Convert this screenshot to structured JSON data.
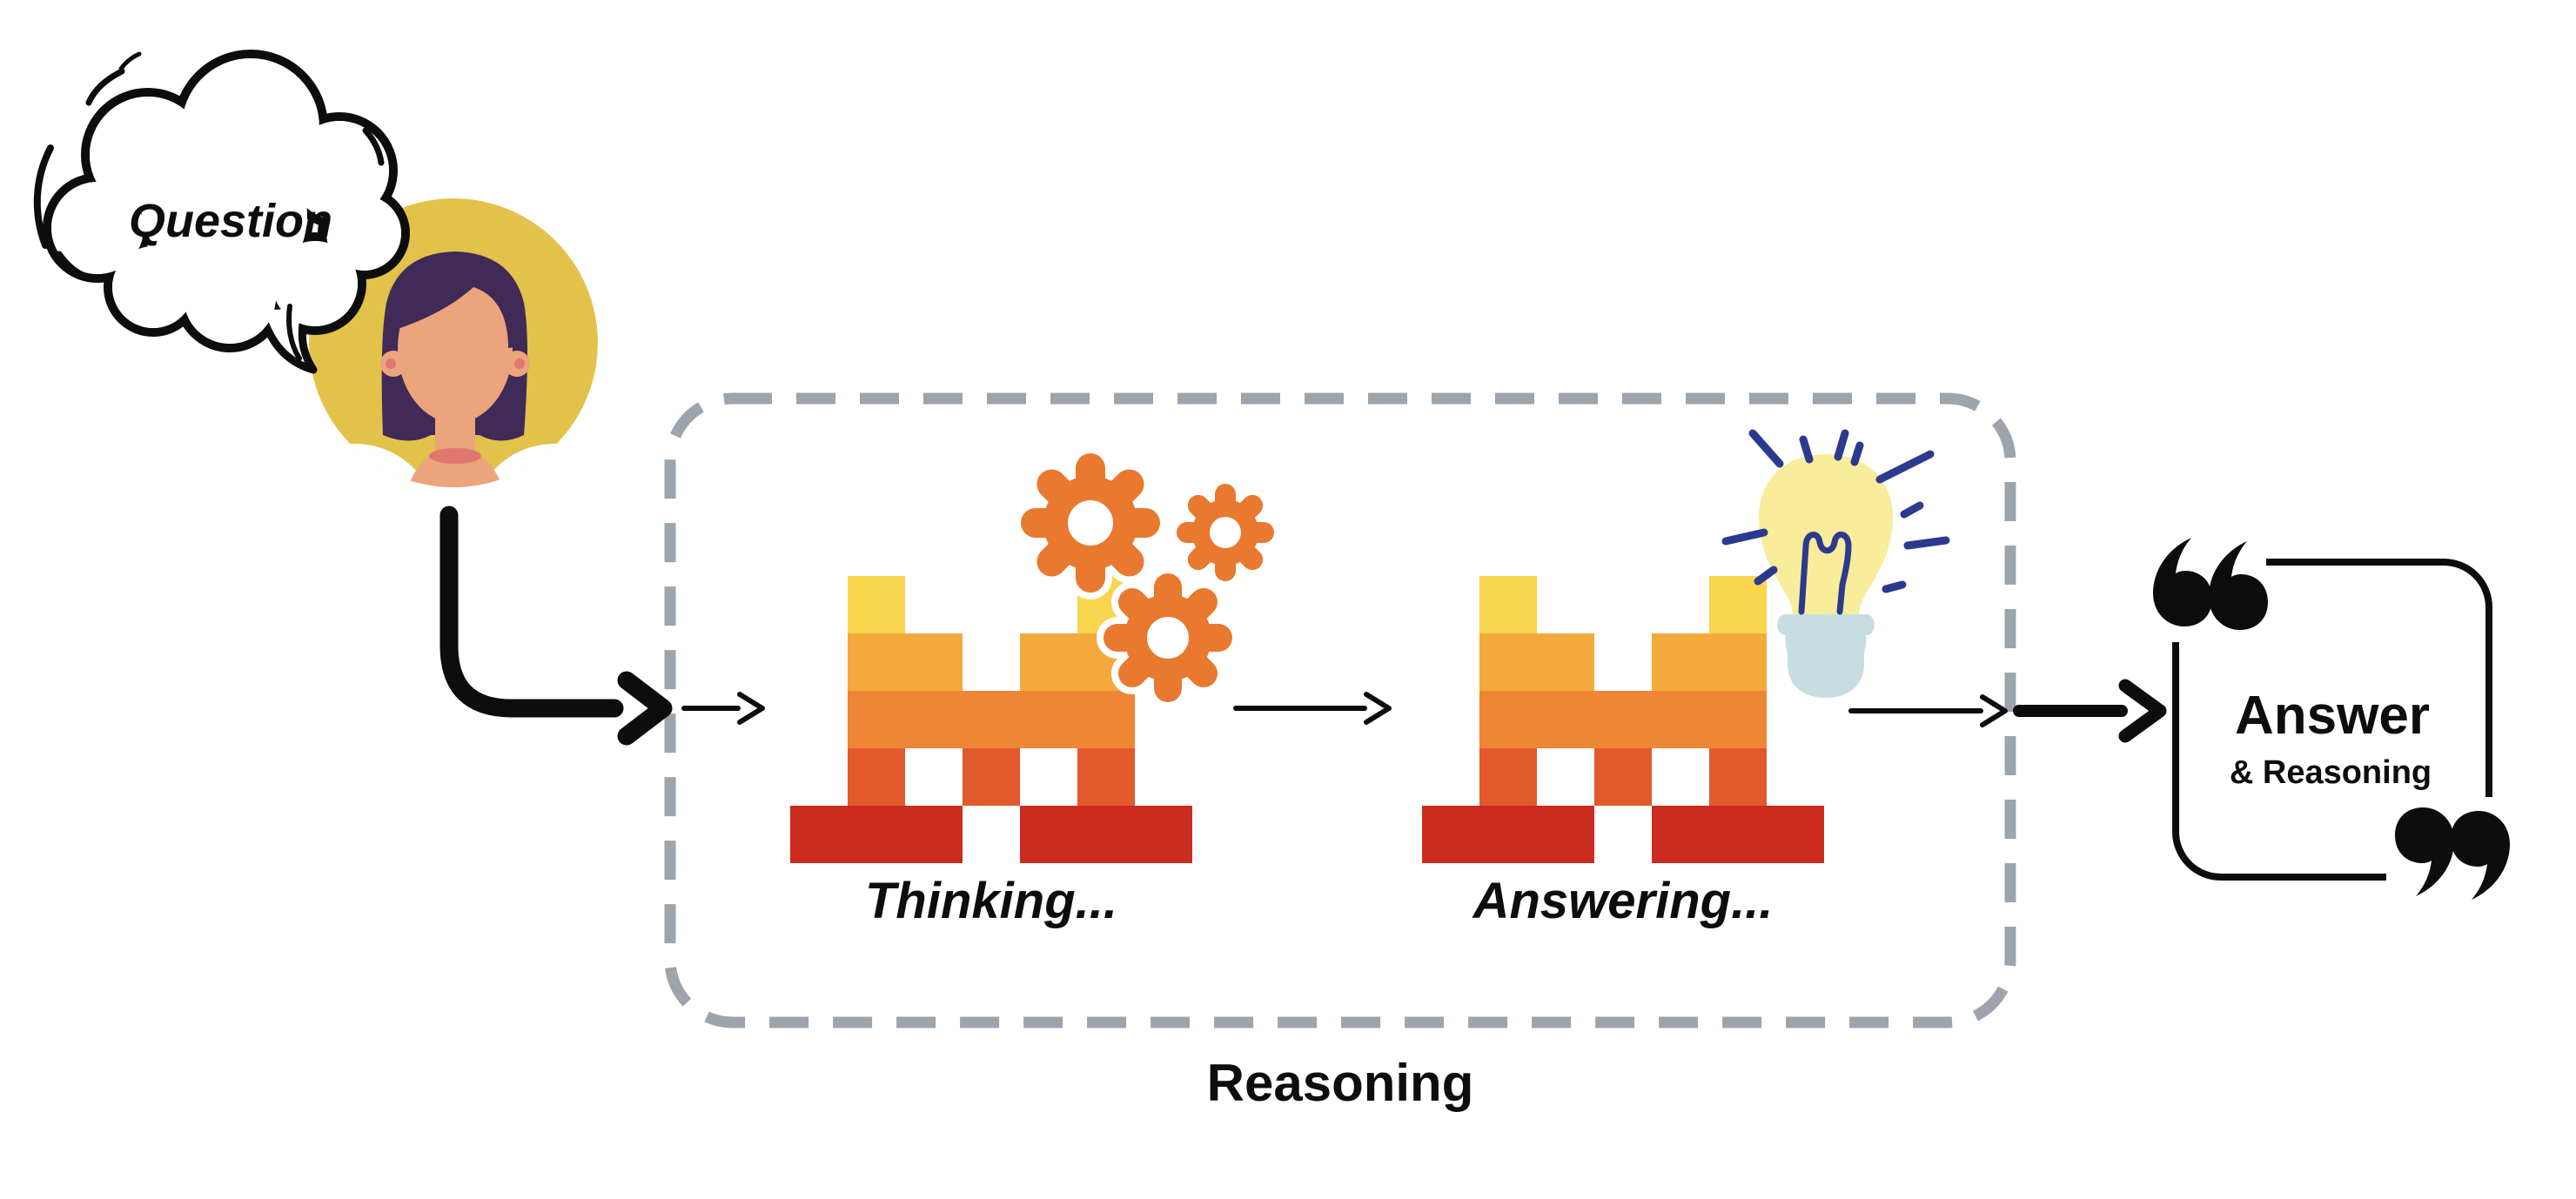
{
  "scene": {
    "question_label": "Question",
    "reasoning_box": {
      "thinking_label": "Thinking...",
      "answering_label": "Answering...",
      "box_label": "Reasoning"
    },
    "output": {
      "title": "Answer",
      "subtitle": "& Reasoning"
    }
  },
  "icons": {
    "speech_bubble": "cloud-speech-bubble-icon",
    "person": "woman-avatar-icon",
    "thinking_model": "mistral-blocks-logo-icon",
    "gears": "gears-icon",
    "answering_model": "mistral-blocks-logo-icon",
    "lightbulb": "lightbulb-icon",
    "quote_marks": "quotation-marks-icon",
    "flow_arrows": "arrow-right-icon"
  },
  "colors": {
    "logo_yellow": "#F8D54C",
    "logo_amber": "#F3A93C",
    "logo_orange": "#EF8636",
    "logo_vermilion": "#E2592C",
    "logo_red": "#CC2B20",
    "gear_orange": "#E8792F",
    "dash_gray": "#9CA4AD",
    "navy_ink": "#2B3A8C",
    "bulb_yellow": "#F9EC9B",
    "bulb_base_blue": "#C6DDE2",
    "avatar_circle_yellow": "#E2C24A",
    "hair_purple": "#3F2A58",
    "skin_peach": "#EBA47B",
    "rose_shadow": "#E0776E",
    "ink_black": "#0D0D0D"
  }
}
